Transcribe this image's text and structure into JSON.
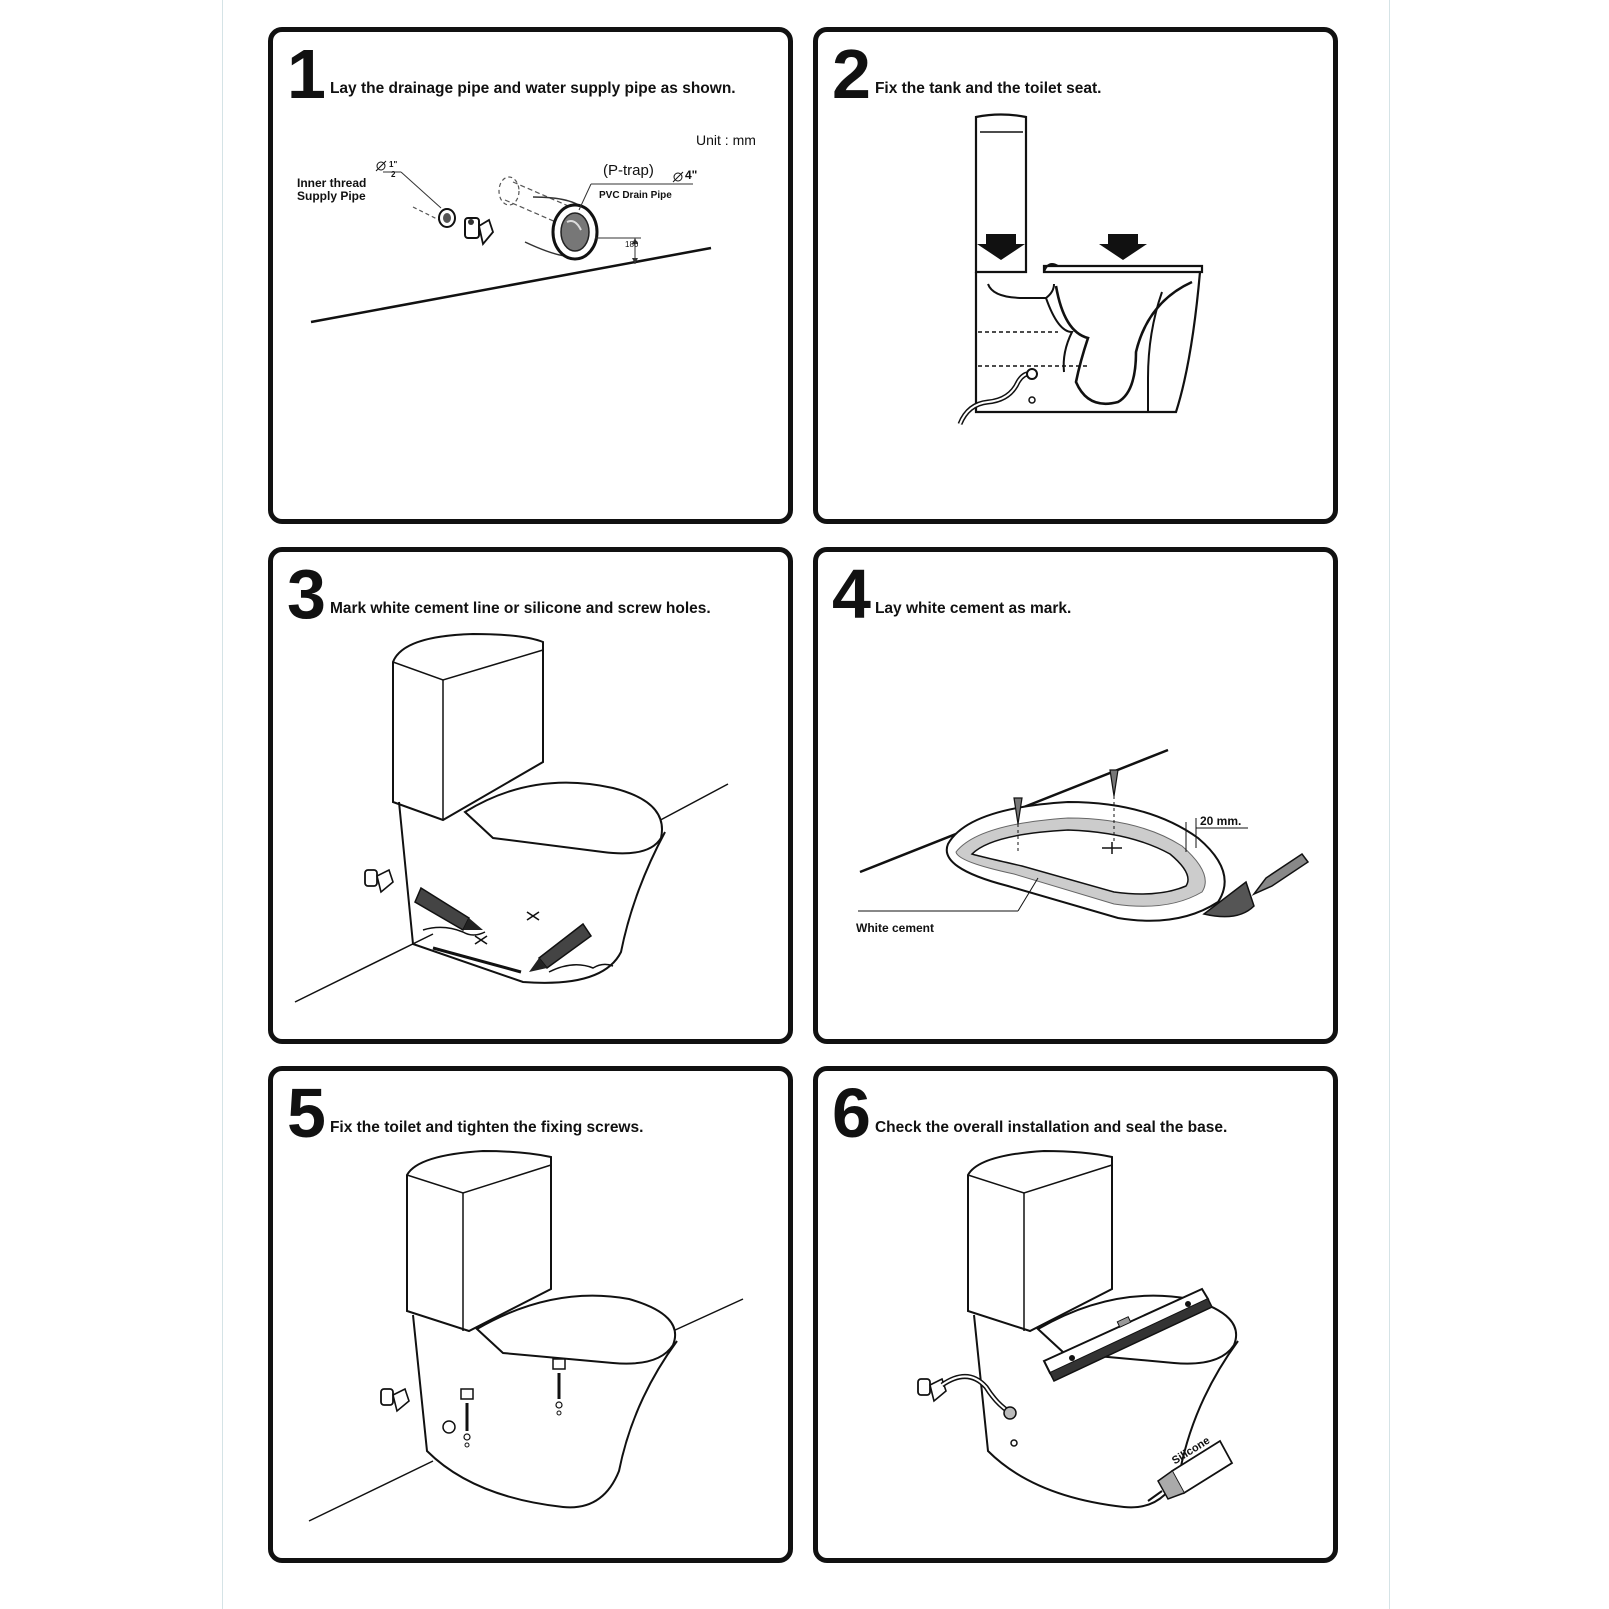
{
  "steps": [
    {
      "number": "1",
      "caption": "Lay the drainage pipe and water supply pipe as shown."
    },
    {
      "number": "2",
      "caption": "Fix the tank and the toilet seat."
    },
    {
      "number": "3",
      "caption": "Mark white cement line or silicone and screw holes."
    },
    {
      "number": "4",
      "caption": "Lay white cement as mark."
    },
    {
      "number": "5",
      "caption": "Fix the toilet and tighten the fixing screws."
    },
    {
      "number": "6",
      "caption": "Check the overall installation and seal the base."
    }
  ],
  "step1_labels": {
    "unit": "Unit : mm",
    "supply_pipe_line1": "Inner thread",
    "supply_pipe_line2": "Supply Pipe",
    "supply_size_num": "1\"",
    "supply_size_den": "2",
    "ptrap": "(P-trap)",
    "drain_size": "4\"",
    "drain_pipe": "PVC Drain Pipe",
    "height": "180"
  },
  "step4_labels": {
    "width": "20 mm.",
    "white_cement": "White cement"
  },
  "step6_labels": {
    "silicone": "Silicone"
  }
}
